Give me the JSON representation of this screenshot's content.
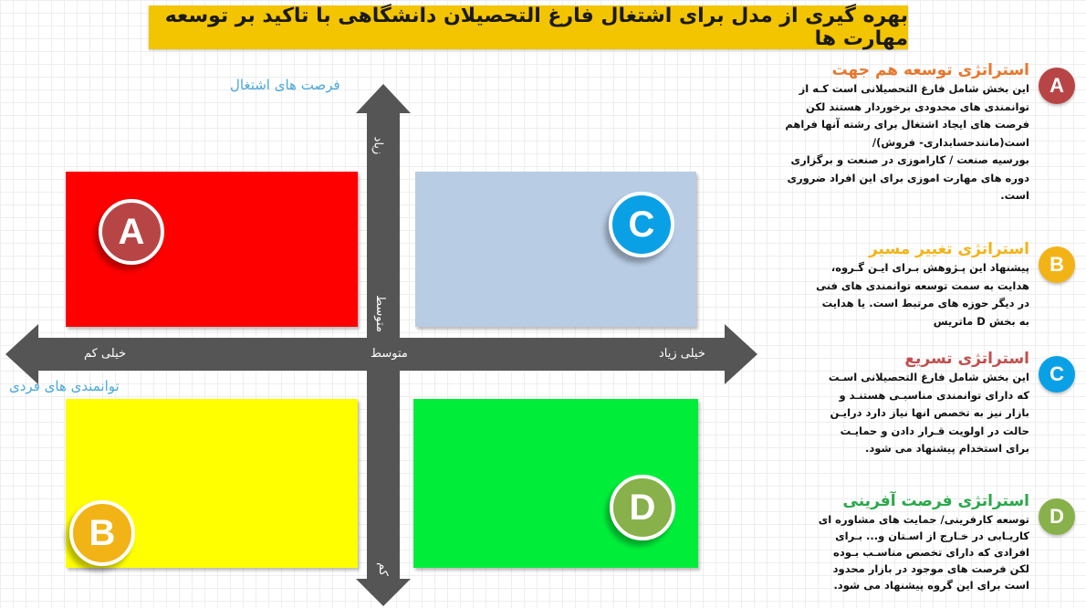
{
  "title": "بهره گیری از مدل برای اشتغال فارغ التحصیلان دانشگاهی با تاکید بر توسعه مهارت ها",
  "axes": {
    "y_axis_title": "فرصت های اشتغال",
    "x_axis_title": "توانمندی های فردی",
    "y_high": "زیاد",
    "y_mid": "متوسط",
    "y_low": "کم",
    "x_left": "خیلی کم",
    "x_mid": "متوسط",
    "x_right": "خیلی زیاد"
  },
  "quadrants": [
    {
      "letter": "A",
      "color": "#ff0000",
      "badge_color": "#b84545"
    },
    {
      "letter": "C",
      "color": "#b8cce4",
      "badge_color": "#0aa0e6"
    },
    {
      "letter": "B",
      "color": "#ffff00",
      "badge_color": "#f2b316"
    },
    {
      "letter": "D",
      "color": "#00ee3a",
      "badge_color": "#88b04b"
    }
  ],
  "strategies": [
    {
      "letter": "A",
      "badge_color": "#b84545",
      "title": "استراتژی توسعه هم جهت",
      "title_color": "#e8772e",
      "lines": [
        "این بخش شامل فارغ التحصیلانی است کـه از",
        "توانمندی های محدودی برخوردار هستند لکن",
        "فرصت های ایجاد اشتغال برای رشته آنها فراهم",
        "است(مانندحسابداری- فروش)/",
        "بورسیه صنعت / کاراموزی در صنعت و برگزاری",
        "دوره های مهارت اموزی برای این افراد ضروری",
        "است."
      ]
    },
    {
      "letter": "B",
      "badge_color": "#f2b316",
      "title": "استراتژی تغییر مسیر",
      "title_color": "#f2b316",
      "lines": [
        "پیشنهاد این پـژوهش بـرای ایـن گـروه،",
        "هدایت به سمت توسعه توانمندی های فنی",
        "در دیگر حوزه های مرتبط است. یا هدایت",
        "به بخش D ماتریس"
      ]
    },
    {
      "letter": "C",
      "badge_color": "#0aa0e6",
      "title": "استراتژی تسریع",
      "title_color": "#c0504d",
      "lines": [
        "این بخش شامل فارغ التحصیلانی اسـت",
        "که دارای توانمندی مناسبـی هستنـد و",
        "بازار نیز به تخصص انها نیاز دارد درایـن",
        "حالت در اولویت قـرار دادن و حمایـت",
        "برای استخدام پیشنهاد می شود."
      ]
    },
    {
      "letter": "D",
      "badge_color": "#88b04b",
      "title": "استراتژی فرصت آفرینی",
      "title_color": "#2aa84a",
      "lines": [
        "توسعه کارفرینی/ حمایت های مشاوره ای",
        "کاریـابی در خـارج از اسـتان و... بـرای",
        "افرادی که دارای تخصص مناسـب بـوده",
        "لکن فرصت های موجود در بازار محدود",
        "است برای این گروه پیشنهاد می شود."
      ]
    }
  ]
}
